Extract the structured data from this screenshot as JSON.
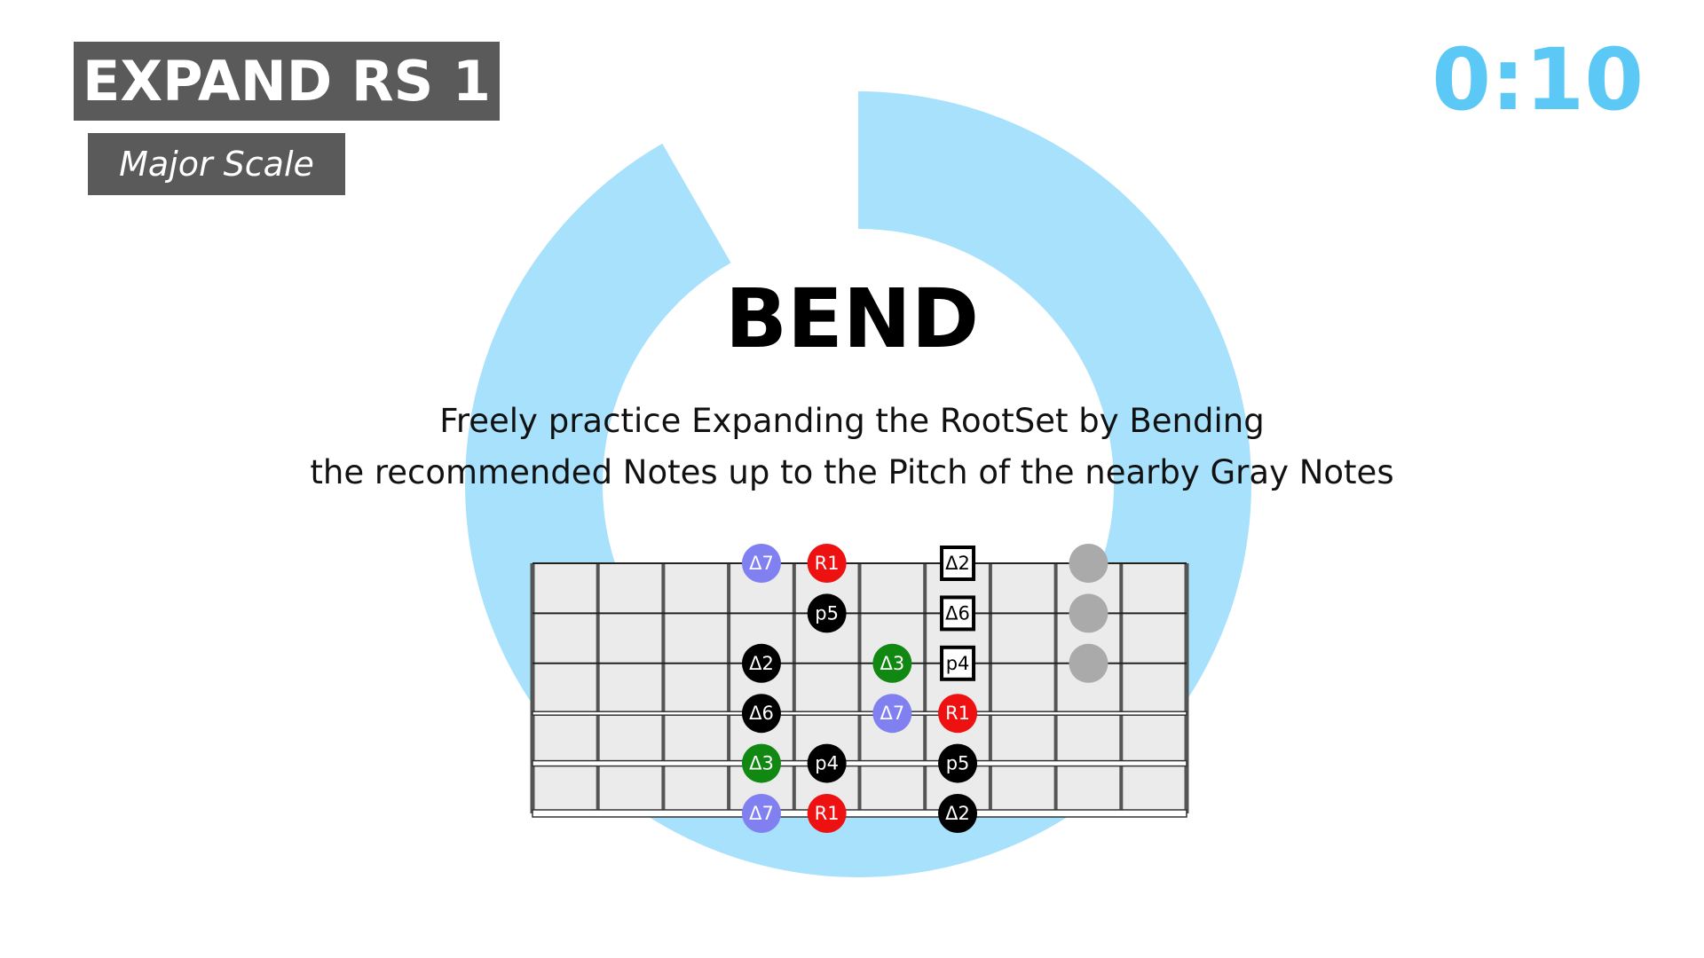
{
  "header": {
    "title": "EXPAND RS 1",
    "subtitle": "Major Scale"
  },
  "timer": {
    "value": "0:10",
    "color": "#5bc8f5"
  },
  "progress_ring": {
    "color": "#a8e1fc",
    "gap_fraction": 0.083
  },
  "main": {
    "heading": "BEND",
    "description_line1": "Freely practice Expanding the RootSet by Bending",
    "description_line2": "the recommended Notes up to the Pitch of the nearby Gray Notes"
  },
  "fretboard": {
    "strings": 6,
    "frets": 10,
    "colors": {
      "root": "#ee1111",
      "third": "#118811",
      "seventh": "#8080f0",
      "other": "#000000",
      "gray_target": "#aaaaaa",
      "board": "#ebebeb"
    },
    "notes": [
      {
        "string": 1,
        "fret": 3.5,
        "label": "Δ7",
        "kind": "seventh"
      },
      {
        "string": 1,
        "fret": 4.5,
        "label": "R1",
        "kind": "root"
      },
      {
        "string": 1,
        "fret": 6.5,
        "label": "Δ2",
        "kind": "box"
      },
      {
        "string": 1,
        "fret": 8.5,
        "label": "",
        "kind": "gray_target"
      },
      {
        "string": 2,
        "fret": 4.5,
        "label": "p5",
        "kind": "other"
      },
      {
        "string": 2,
        "fret": 6.5,
        "label": "Δ6",
        "kind": "box"
      },
      {
        "string": 2,
        "fret": 8.5,
        "label": "",
        "kind": "gray_target"
      },
      {
        "string": 3,
        "fret": 3.5,
        "label": "Δ2",
        "kind": "other"
      },
      {
        "string": 3,
        "fret": 5.5,
        "label": "Δ3",
        "kind": "third"
      },
      {
        "string": 3,
        "fret": 6.5,
        "label": "p4",
        "kind": "box"
      },
      {
        "string": 3,
        "fret": 8.5,
        "label": "",
        "kind": "gray_target"
      },
      {
        "string": 4,
        "fret": 3.5,
        "label": "Δ6",
        "kind": "other"
      },
      {
        "string": 4,
        "fret": 5.5,
        "label": "Δ7",
        "kind": "seventh"
      },
      {
        "string": 4,
        "fret": 6.5,
        "label": "R1",
        "kind": "root"
      },
      {
        "string": 5,
        "fret": 3.5,
        "label": "Δ3",
        "kind": "third"
      },
      {
        "string": 5,
        "fret": 4.5,
        "label": "p4",
        "kind": "other"
      },
      {
        "string": 5,
        "fret": 6.5,
        "label": "p5",
        "kind": "other"
      },
      {
        "string": 6,
        "fret": 3.5,
        "label": "Δ7",
        "kind": "seventh"
      },
      {
        "string": 6,
        "fret": 4.5,
        "label": "R1",
        "kind": "root"
      },
      {
        "string": 6,
        "fret": 6.5,
        "label": "Δ2",
        "kind": "other"
      }
    ]
  }
}
